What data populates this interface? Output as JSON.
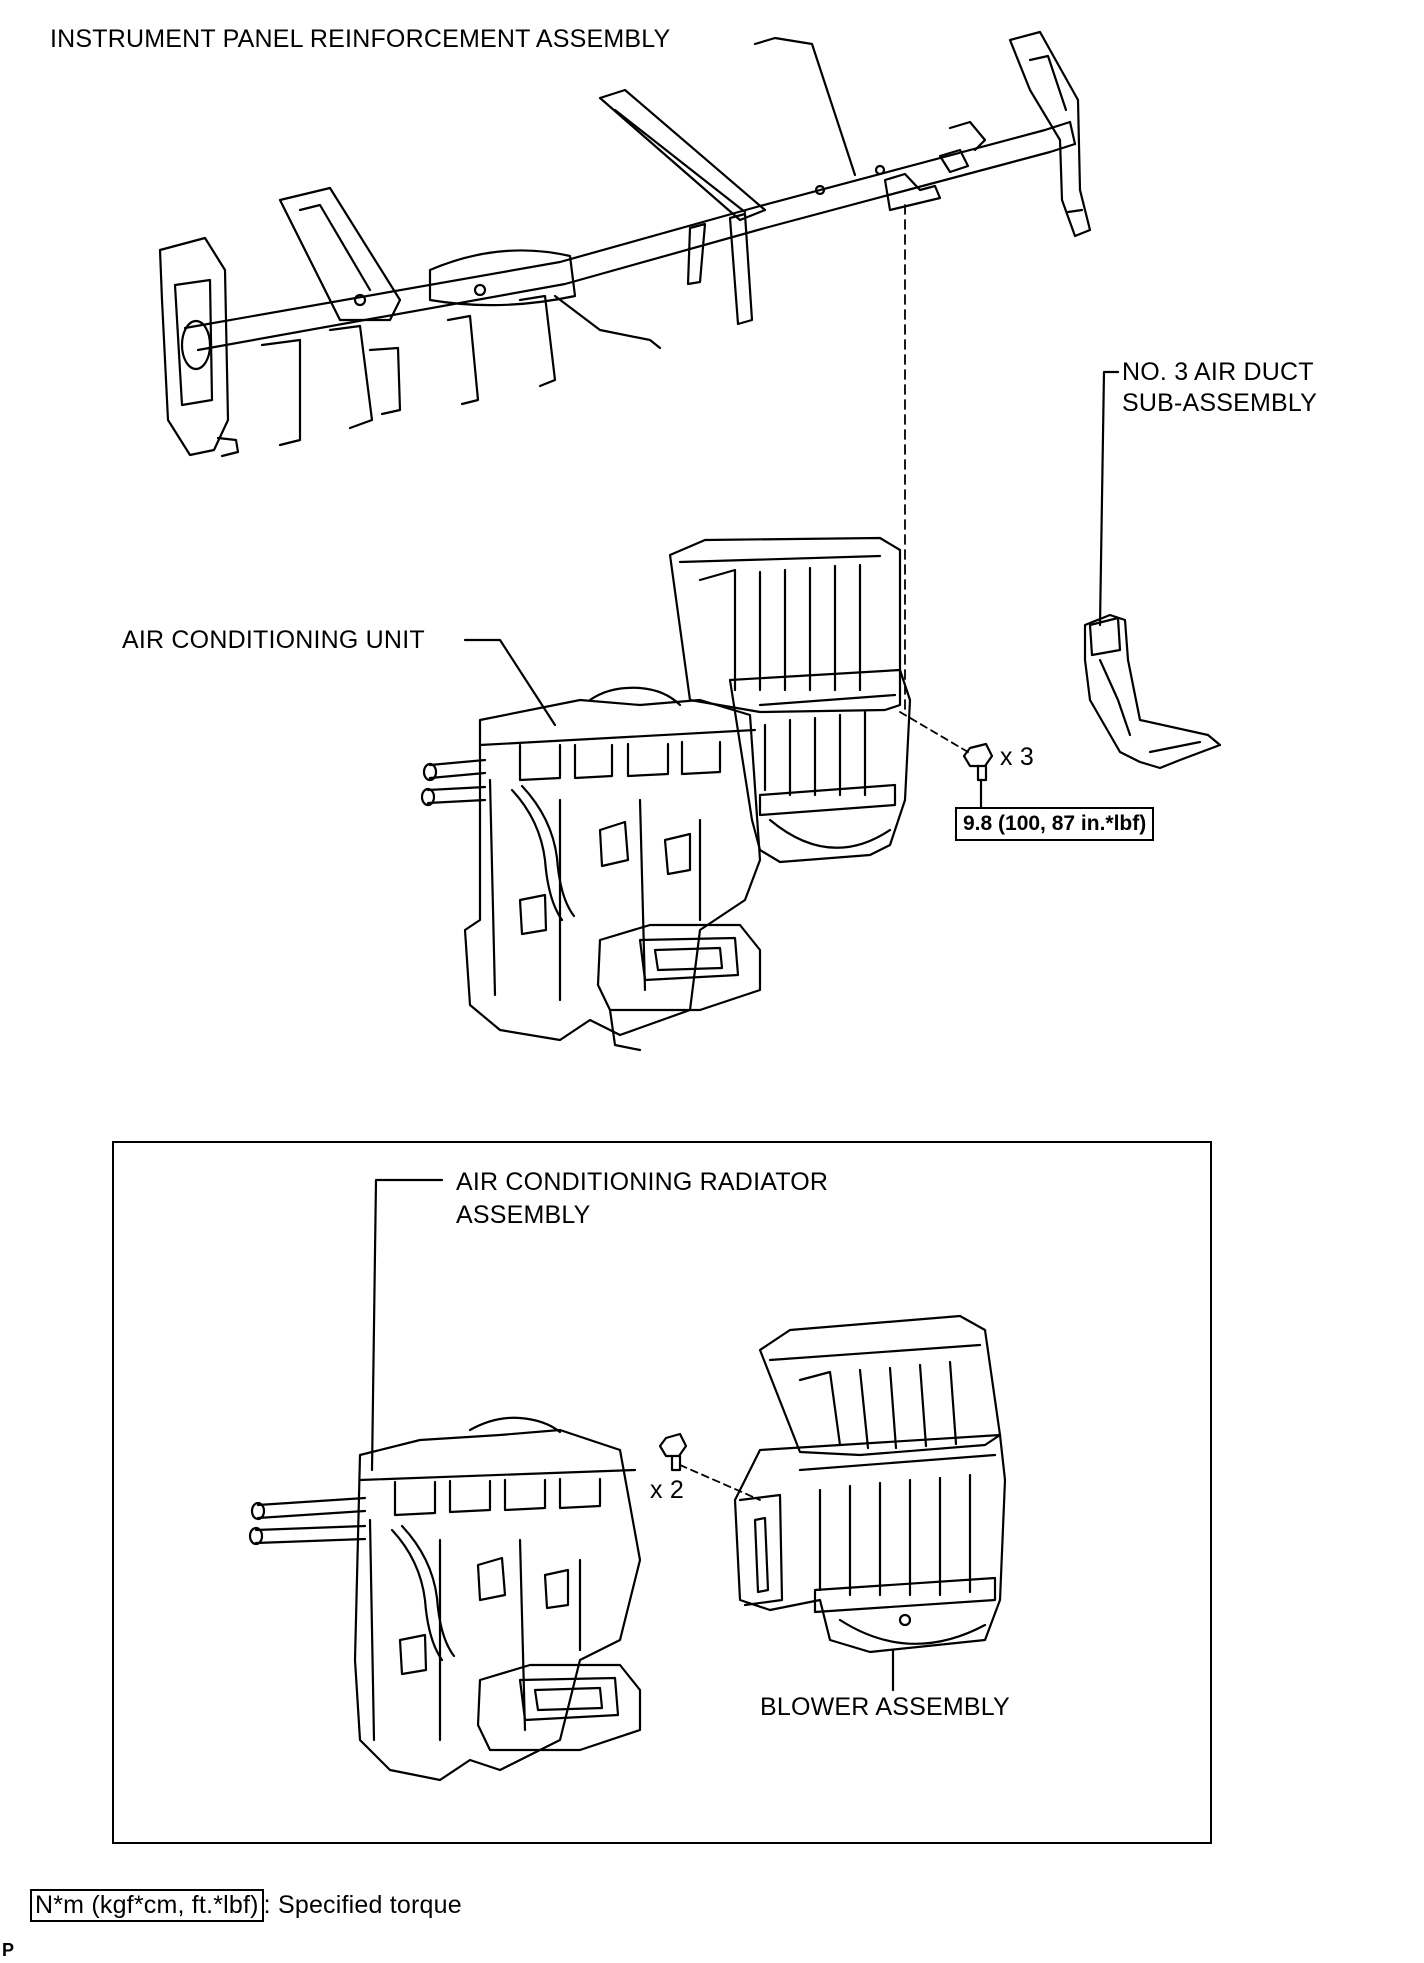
{
  "labels": {
    "ip_reinforcement": "INSTRUMENT PANEL REINFORCEMENT ASSEMBLY",
    "no3_duct_line1": "NO. 3 AIR DUCT",
    "no3_duct_line2": "SUB-ASSEMBLY",
    "ac_unit": "AIR CONDITIONING UNIT",
    "radiator_line1": "AIR CONDITIONING RADIATOR",
    "radiator_line2": "ASSEMBLY",
    "blower": "BLOWER ASSEMBLY"
  },
  "fasteners": {
    "main_qty": "x 3",
    "inset_qty": "x 2"
  },
  "torque": {
    "main_value": "9.8 (100, 87 in.*lbf)"
  },
  "legend": {
    "unit": "N*m (kgf*cm, ft.*lbf)",
    "text": ": Specified torque"
  },
  "page_code": "P"
}
